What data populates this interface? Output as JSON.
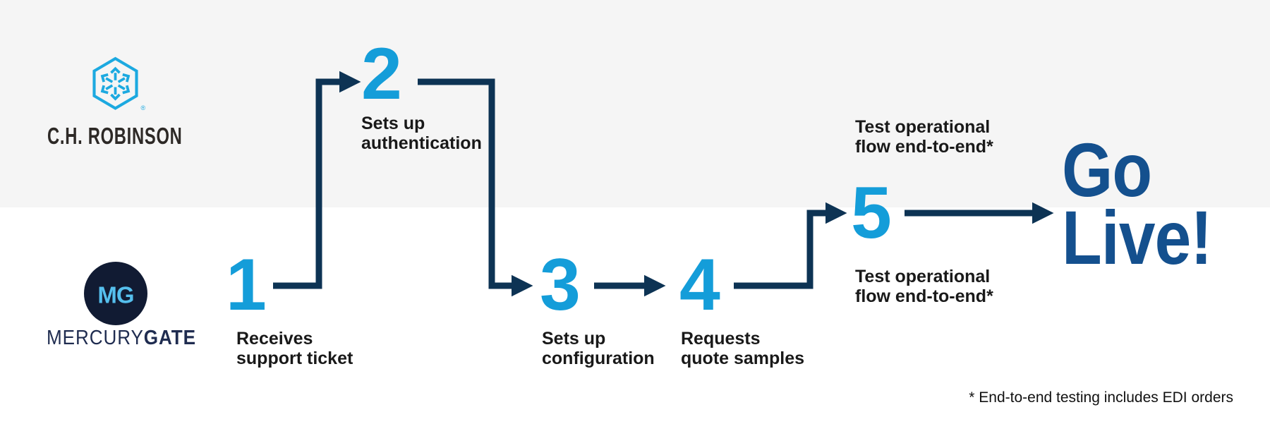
{
  "colors": {
    "lane-top-bg": "#E2F2FB",
    "lane-bottom-bg": "#F5F5F5",
    "divider": "#FFFFFF",
    "step-number-blue": "#149DD9",
    "arrow-navy": "#0D3354",
    "go-live-navy": "#14508E",
    "chr-logo-blue": "#1CA9E0",
    "chr-text": "#2D2926",
    "mg-circle-navy": "#111B33",
    "mg-monogram-blue": "#55BFED",
    "mg-text-navy": "#1F2C50",
    "label-text": "#191919"
  },
  "companies": {
    "chrobinson": {
      "name": "C.H. ROBINSON",
      "registered_mark": "®"
    },
    "mercurygate": {
      "monogram": "MG",
      "name_regular": "MERCURY",
      "name_bold": "GATE"
    }
  },
  "steps": [
    {
      "number": "1",
      "line1": "Receives",
      "line2": "support ticket"
    },
    {
      "number": "2",
      "line1": "Sets up",
      "line2": "authentication"
    },
    {
      "number": "3",
      "line1": "Sets up",
      "line2": "configuration"
    },
    {
      "number": "4",
      "line1": "Requests",
      "line2": "quote samples"
    },
    {
      "number": "5",
      "label_above": {
        "line1": "Test operational",
        "line2": "flow end-to-end*"
      },
      "label_below": {
        "line1": "Test operational",
        "line2": "flow end-to-end*"
      }
    }
  ],
  "go_live": {
    "line1": "Go",
    "line2": "Live!"
  },
  "footnote": "* End-to-end testing includes EDI orders"
}
